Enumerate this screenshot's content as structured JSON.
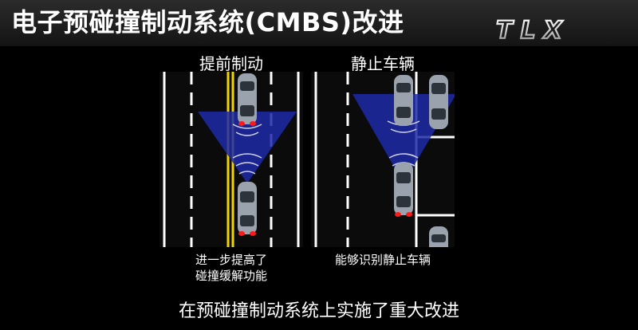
{
  "header": {
    "title": "电子预碰撞制动系统(CMBS)改进",
    "logo_text": "TLX"
  },
  "panels": [
    {
      "heading": "提前制动",
      "caption_lines": [
        "进一步提高了",
        "碰撞缓解功能"
      ]
    },
    {
      "heading": "静止车辆",
      "caption_lines": [
        "能够识别静止车辆"
      ]
    }
  ],
  "footer": {
    "text": "在预碰撞制动系统上实施了重大改进"
  },
  "colors": {
    "road": "#0b0b0b",
    "lane_yellow": "#f2d500",
    "lane_white": "#ffffff",
    "radar_beam": "#1e2aa8",
    "brake_light": "#ff1a1a",
    "car_body": "#9aa3ad"
  }
}
